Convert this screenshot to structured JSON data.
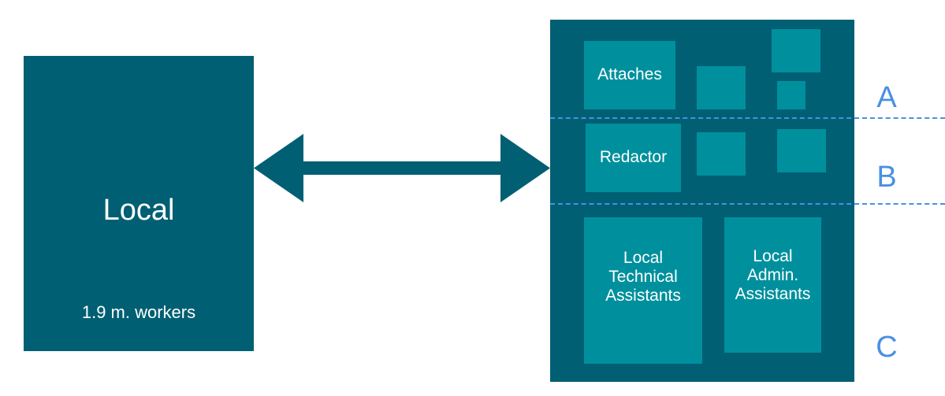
{
  "left_box": {
    "title": "Local",
    "subtitle": "1.9 m. workers"
  },
  "right_box": {
    "boxes": {
      "attaches": "Attaches",
      "redactor": "Redactor",
      "local_technical_assistants": "Local\nTechnical\nAssistants",
      "local_admin_assistants": "Local\nAdmin.\nAssistants"
    },
    "tiers": [
      "A",
      "B",
      "C"
    ]
  },
  "colors": {
    "dark_teal": "#005f73",
    "teal": "#00909d",
    "tier_blue": "#4a90e2",
    "text": "#ffffff"
  }
}
